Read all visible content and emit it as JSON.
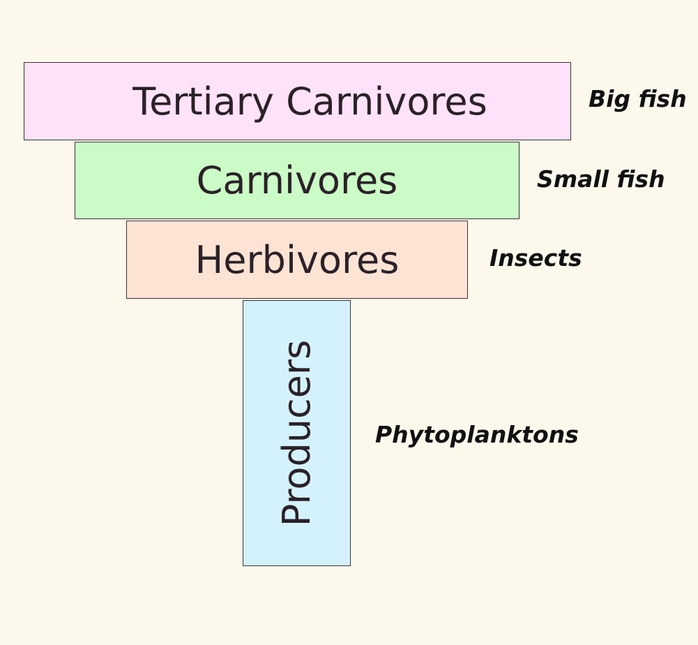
{
  "pyramid": {
    "levels": [
      {
        "label": "Tertiary Carnivores",
        "example": "Big fish",
        "color": "#fde2f9"
      },
      {
        "label": "Carnivores",
        "example": "Small fish",
        "color": "#cbfbc6"
      },
      {
        "label": "Herbivores",
        "example": "Insects",
        "color": "#fde3d4"
      },
      {
        "label": "Producers",
        "example": "Phytoplanktons",
        "color": "#d4f2fc"
      }
    ]
  }
}
